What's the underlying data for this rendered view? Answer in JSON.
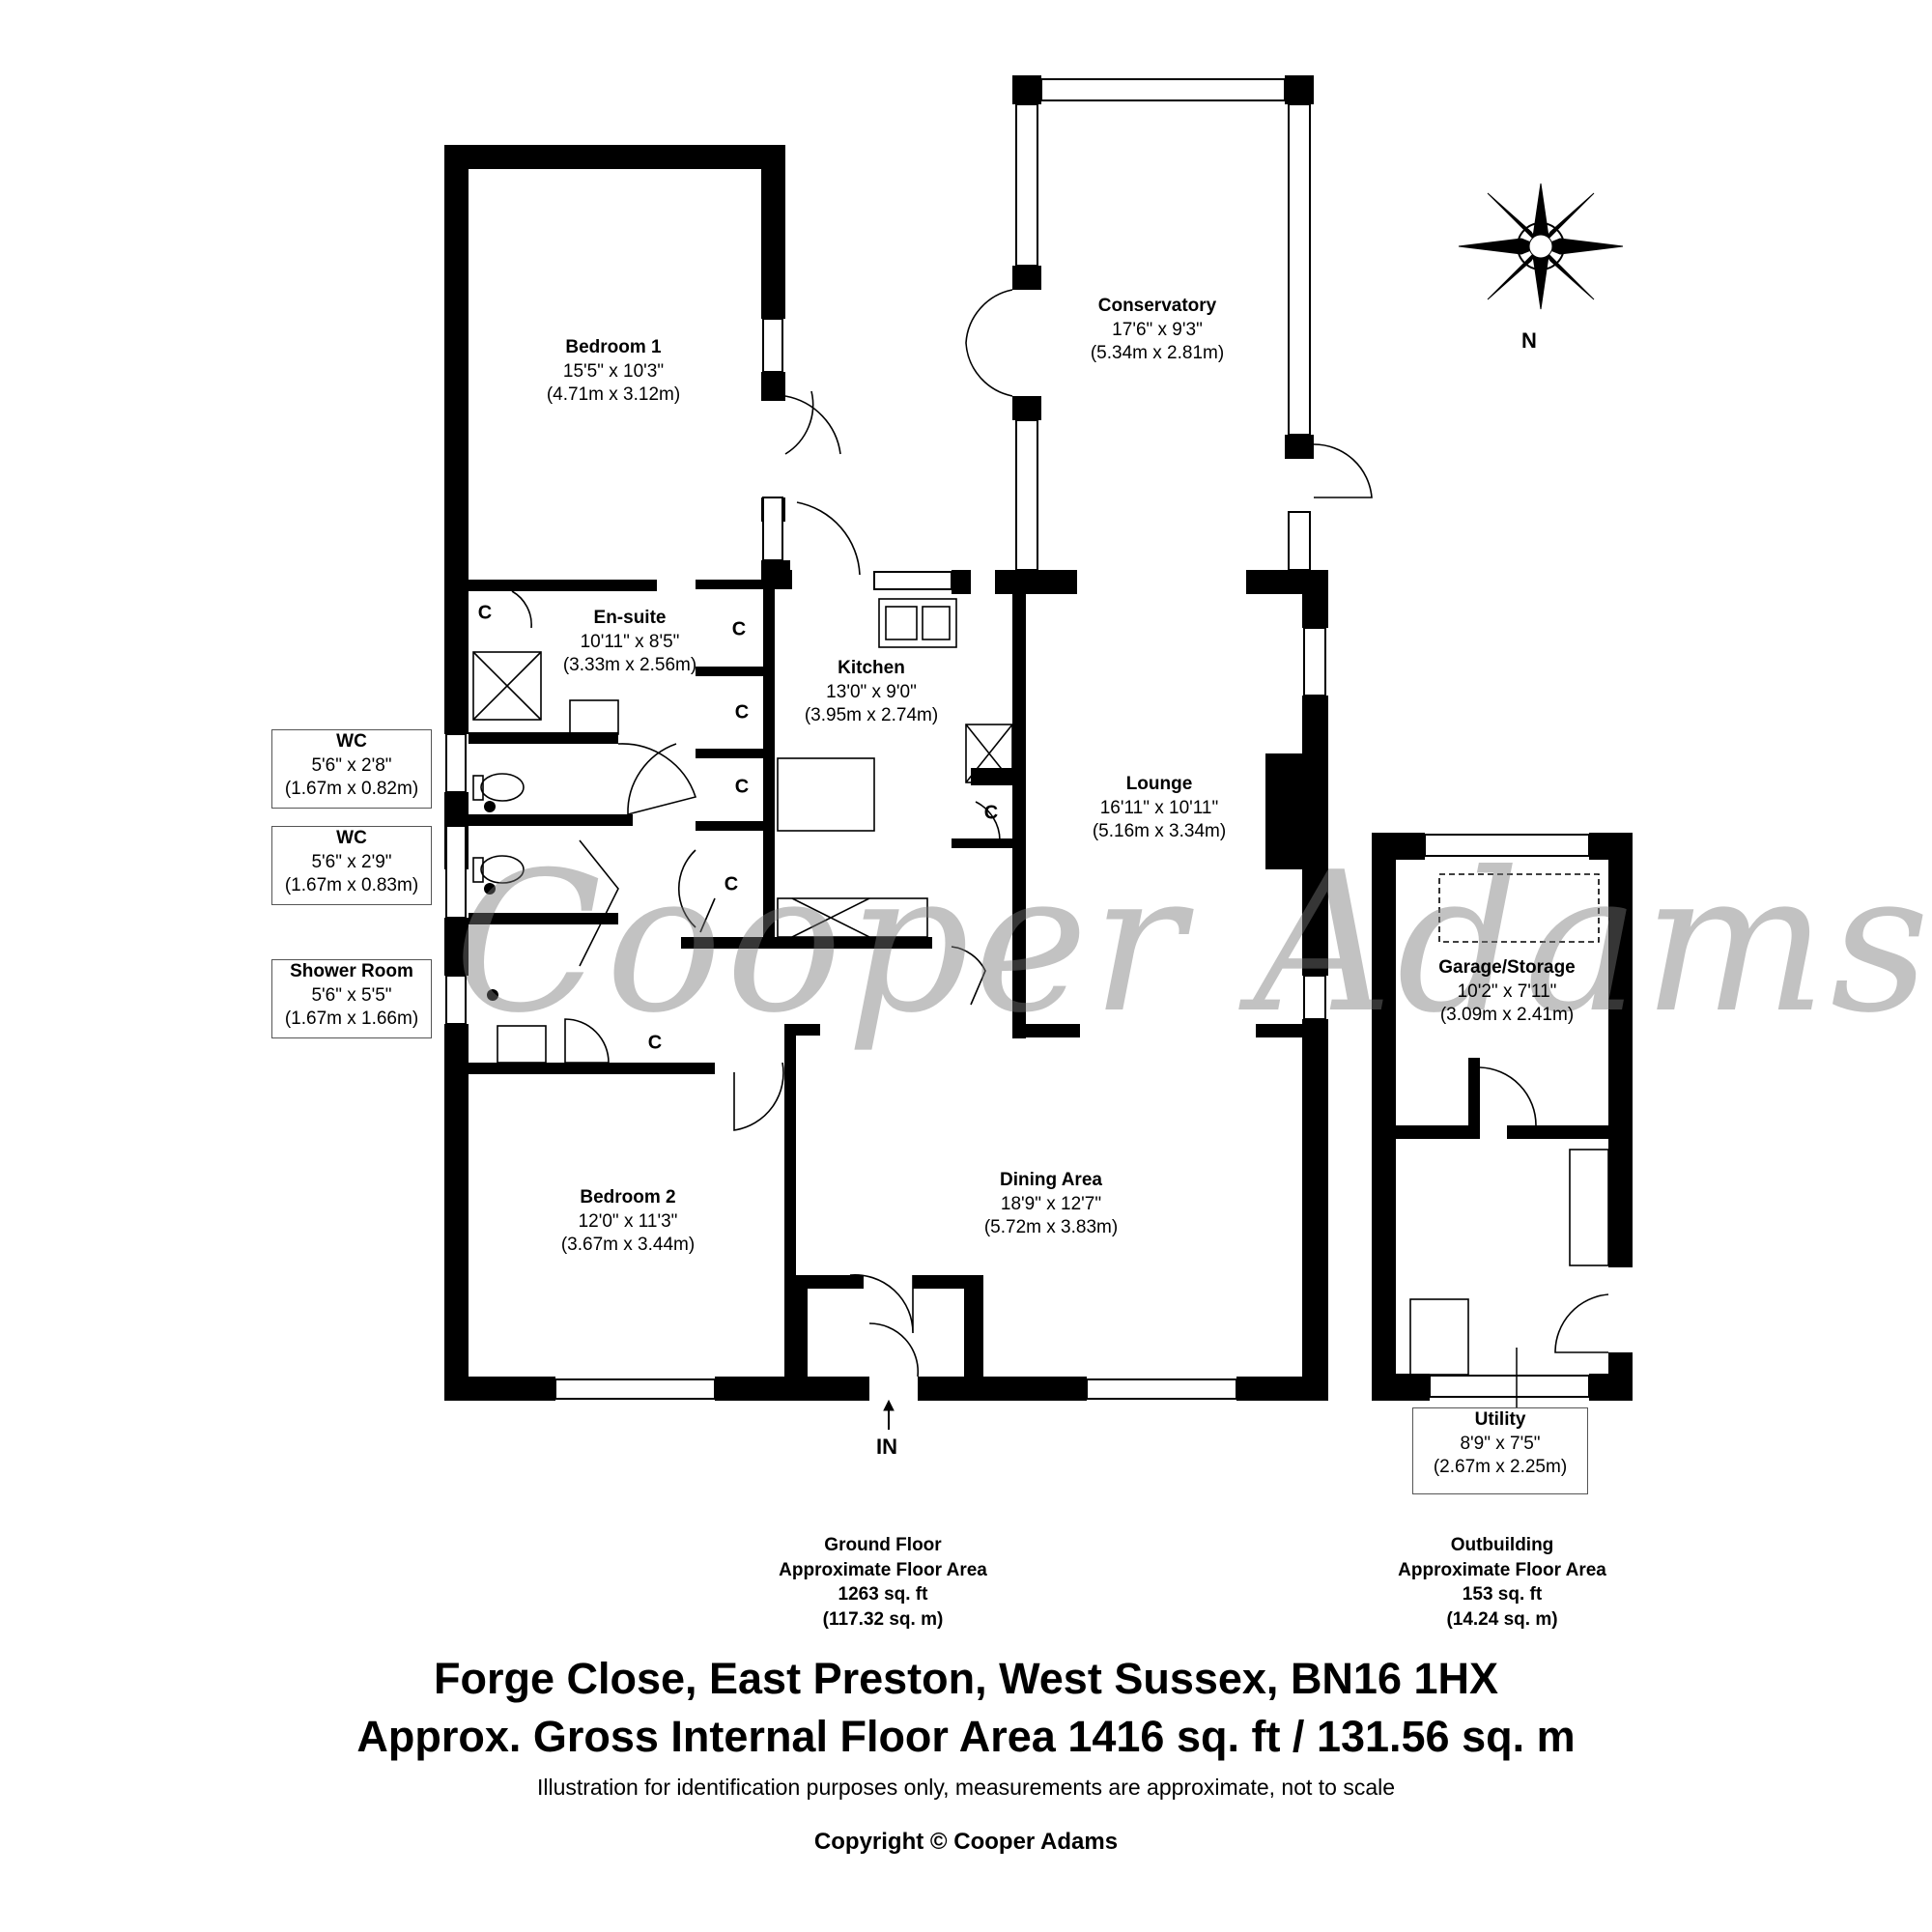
{
  "rooms": {
    "bedroom1": {
      "name": "Bedroom 1",
      "imperial": "15'5\" x 10'3\"",
      "metric": "(4.71m x 3.12m)"
    },
    "conservatory": {
      "name": "Conservatory",
      "imperial": "17'6\" x 9'3\"",
      "metric": "(5.34m x 2.81m)"
    },
    "ensuite": {
      "name": "En-suite",
      "imperial": "10'11\" x 8'5\"",
      "metric": "(3.33m x 2.56m)"
    },
    "kitchen": {
      "name": "Kitchen",
      "imperial": "13'0\" x 9'0\"",
      "metric": "(3.95m x 2.74m)"
    },
    "lounge": {
      "name": "Lounge",
      "imperial": "16'11\" x 10'11\"",
      "metric": "(5.16m x 3.34m)"
    },
    "wc1": {
      "name": "WC",
      "imperial": "5'6\" x 2'8\"",
      "metric": "(1.67m x 0.82m)"
    },
    "wc2": {
      "name": "WC",
      "imperial": "5'6\" x 2'9\"",
      "metric": "(1.67m x 0.83m)"
    },
    "shower": {
      "name": "Shower Room",
      "imperial": "5'6\" x 5'5\"",
      "metric": "(1.67m x 1.66m)"
    },
    "garage": {
      "name": "Garage/Storage",
      "imperial": "10'2\" x 7'11\"",
      "metric": "(3.09m x 2.41m)"
    },
    "bedroom2": {
      "name": "Bedroom 2",
      "imperial": "12'0\" x 11'3\"",
      "metric": "(3.67m x 3.44m)"
    },
    "dining": {
      "name": "Dining Area",
      "imperial": "18'9\" x 12'7\"",
      "metric": "(5.72m x 3.83m)"
    },
    "utility": {
      "name": "Utility",
      "imperial": "8'9\" x 7'5\"",
      "metric": "(2.67m x 2.25m)"
    }
  },
  "cupboard_label": "C",
  "entrance_label": "IN",
  "north_label": "N",
  "watermark": "Cooper Adams",
  "ground_floor": {
    "title": "Ground Floor",
    "subtitle": "Approximate Floor Area",
    "sqft": "1263 sq. ft",
    "sqm": "(117.32 sq. m)"
  },
  "outbuilding": {
    "title": "Outbuilding",
    "subtitle": "Approximate Floor Area",
    "sqft": "153 sq. ft",
    "sqm": "(14.24 sq. m)"
  },
  "address": "Forge Close, East Preston, West Sussex, BN16 1HX",
  "gross_area": "Approx. Gross Internal Floor Area 1416 sq. ft / 131.56 sq. m",
  "disclaimer": "Illustration for identification purposes only, measurements are approximate, not to scale",
  "copyright": "Copyright © Cooper Adams"
}
